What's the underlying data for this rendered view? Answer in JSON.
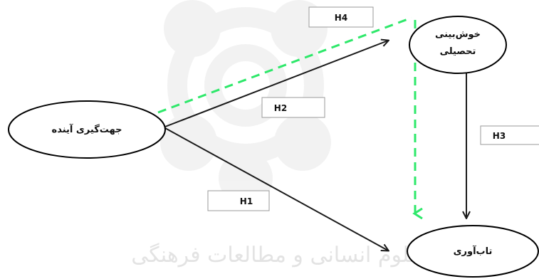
{
  "nodes": {
    "future_orientation": "جهت‌گیری آینده",
    "academic_optimism_line1": "خوش‌بینی",
    "academic_optimism_line2": "تحصیلی",
    "resilience": "تاب‌آوری"
  },
  "hypotheses": {
    "h1": "H1",
    "h2": "H2",
    "h3": "H3",
    "h4": "H4"
  },
  "watermark_text": "پژوهشگاه علوم انسانی و مطالعات فرهنگی",
  "colors": {
    "dashed_path": "#2ee86a",
    "solid_path": "#1a1a1a"
  }
}
